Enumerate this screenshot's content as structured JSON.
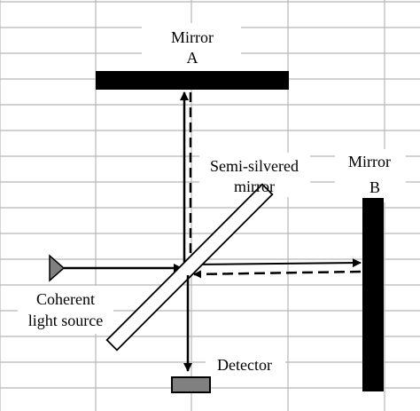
{
  "labels": {
    "mirror_a_line1": "Mirror",
    "mirror_a_line2": "A",
    "mirror_b_line1": "Mirror",
    "mirror_b_line2": "B",
    "semi_line1": "Semi-silvered",
    "semi_line2": "mirror",
    "source_line1": "Coherent",
    "source_line2": "light source",
    "detector": "Detector"
  },
  "colors": {
    "grid": "#b7b7b7",
    "mirror": "#000000",
    "source": "#808080",
    "detector": "#808080",
    "beam": "#000000"
  }
}
